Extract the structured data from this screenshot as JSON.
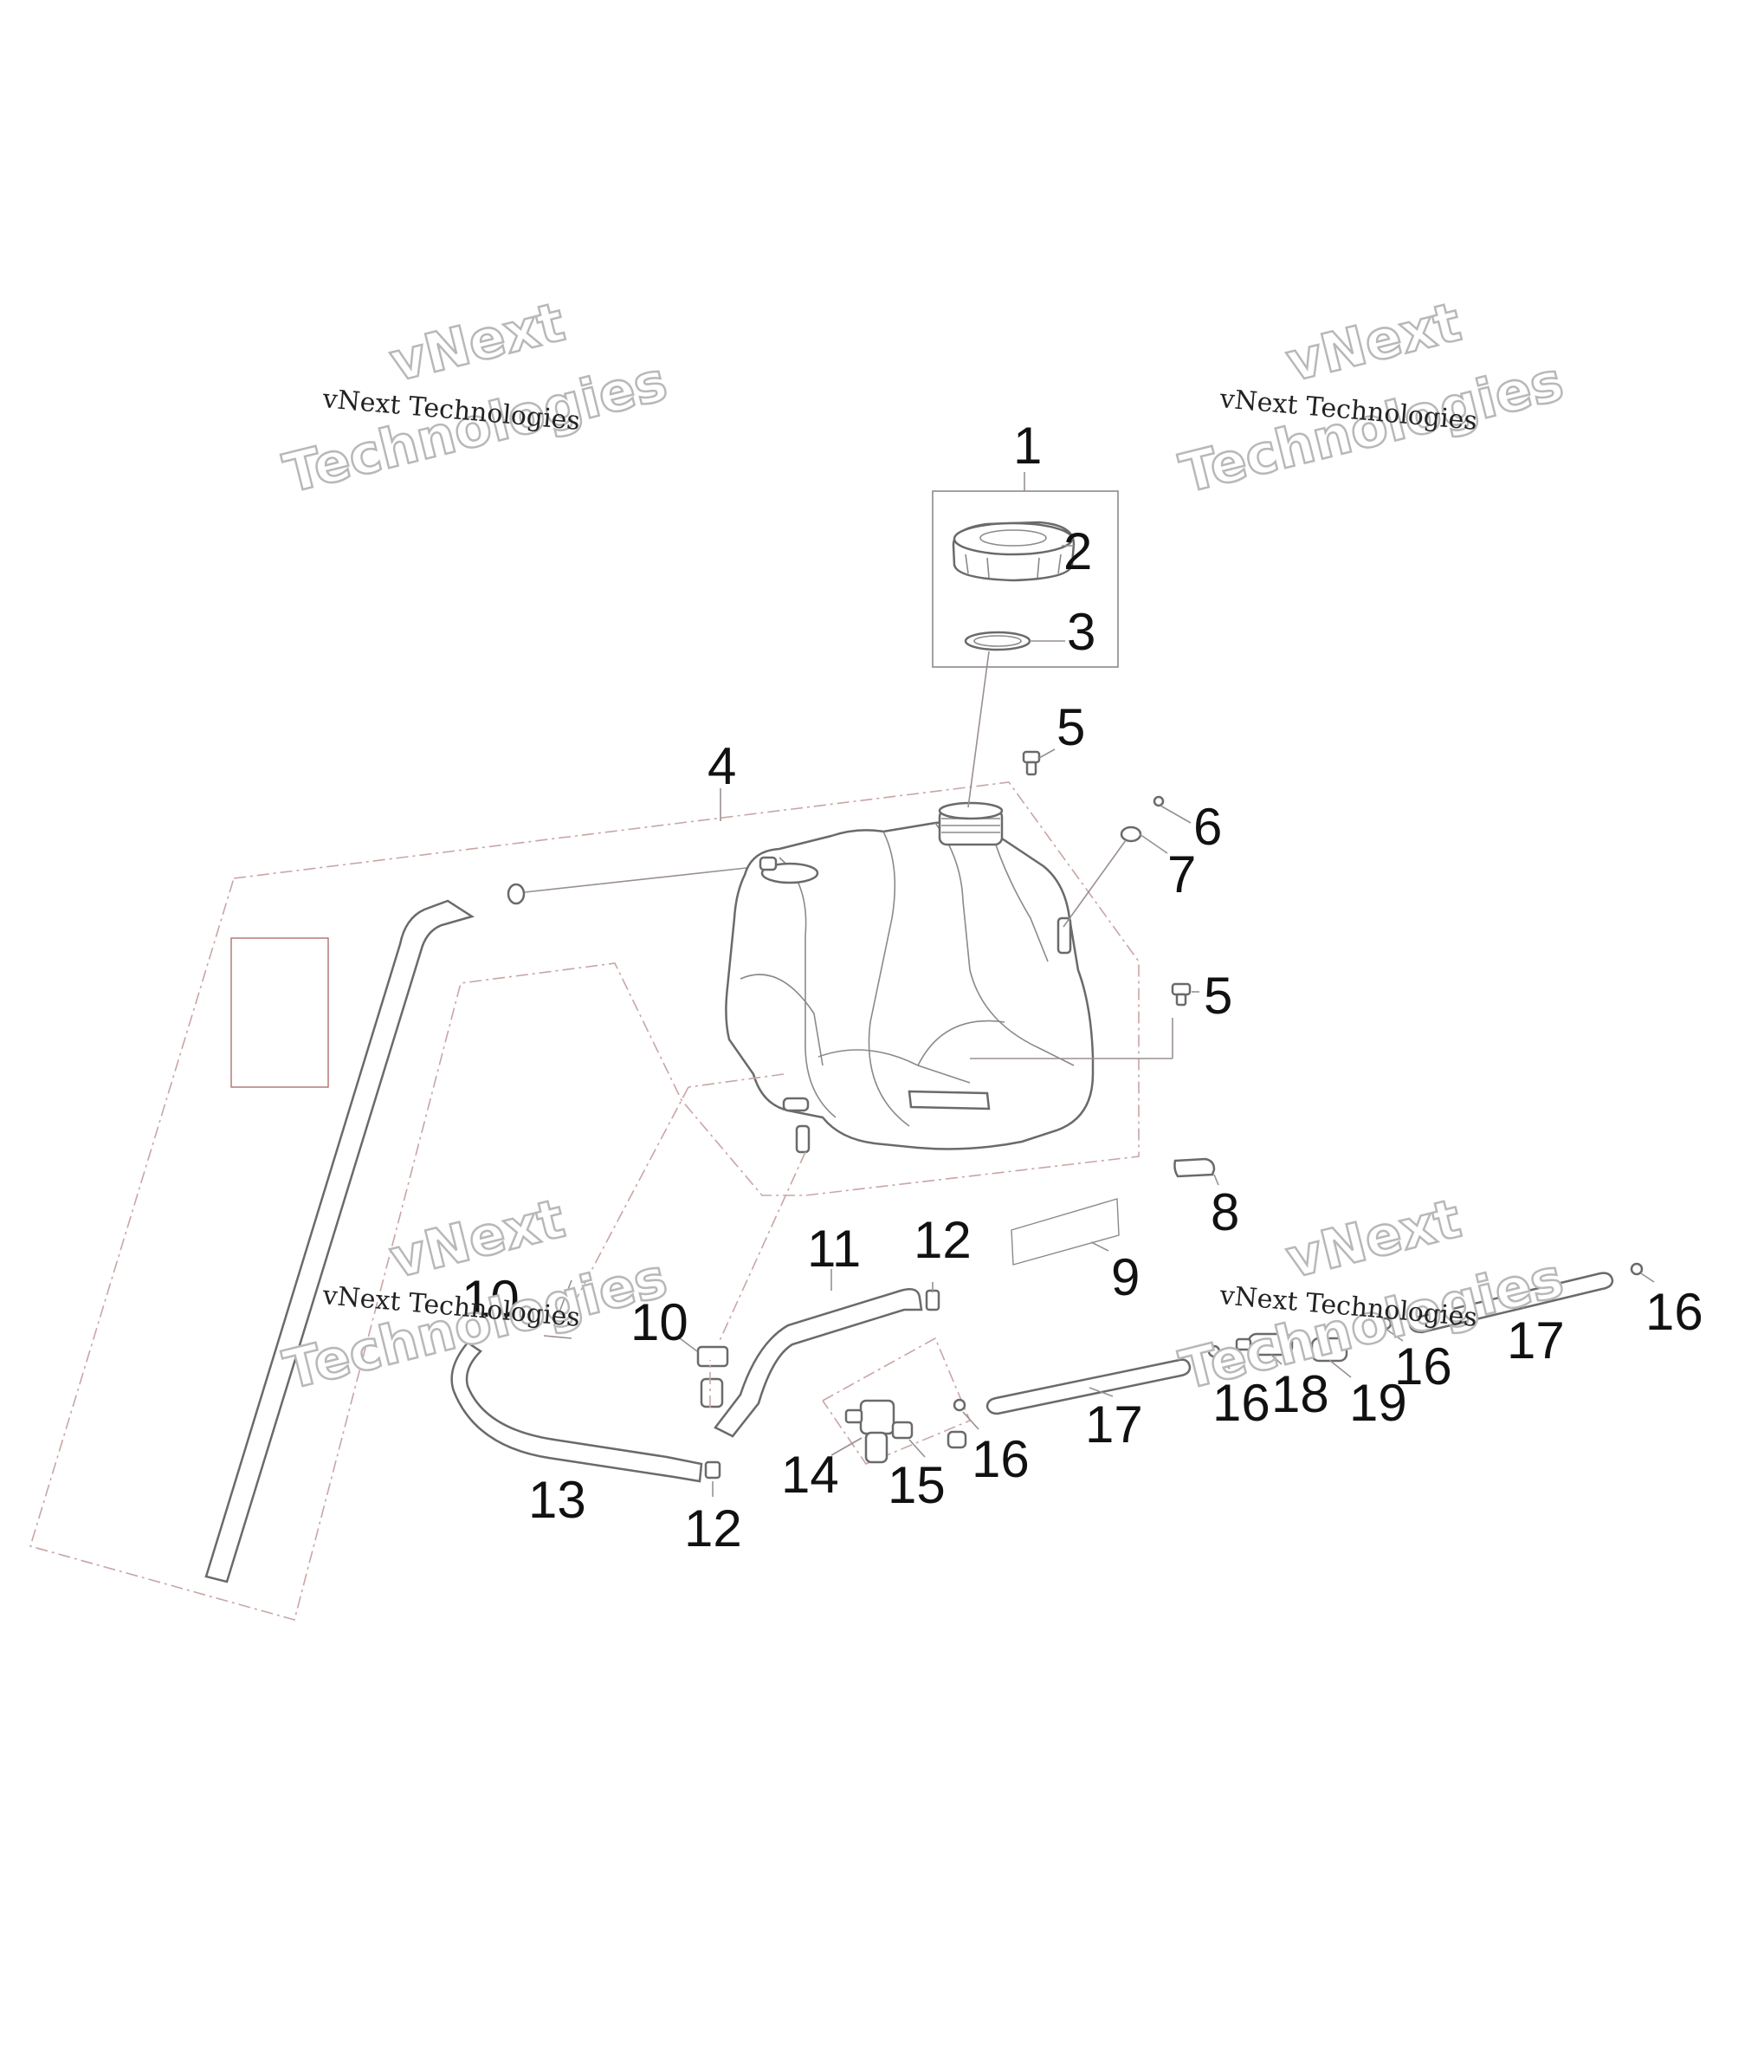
{
  "watermarks": [
    {
      "line1": "vNext Technologies",
      "line2": "vNext",
      "line3": "Technologies"
    },
    {
      "line1": "vNext Technologies",
      "line2": "vNext",
      "line3": "Technologies"
    },
    {
      "line1": "vNext Technologies",
      "line2": "vNext",
      "line3": "Technologies"
    },
    {
      "line1": "vNext Technologies",
      "line2": "vNext",
      "line3": "Technologies"
    }
  ],
  "callouts": {
    "c1": "1",
    "c2": "2",
    "c3": "3",
    "c4": "4",
    "c5a": "5",
    "c5b": "5",
    "c6": "6",
    "c7": "7",
    "c8": "8",
    "c9": "9",
    "c10a": "10",
    "c10b": "10",
    "c11": "11",
    "c12a": "12",
    "c12b": "12",
    "c13": "13",
    "c14": "14",
    "c15": "15",
    "c16a": "16",
    "c16b": "16",
    "c16c": "16",
    "c16d": "16",
    "c17a": "17",
    "c17b": "17",
    "c18": "18",
    "c19": "19"
  }
}
